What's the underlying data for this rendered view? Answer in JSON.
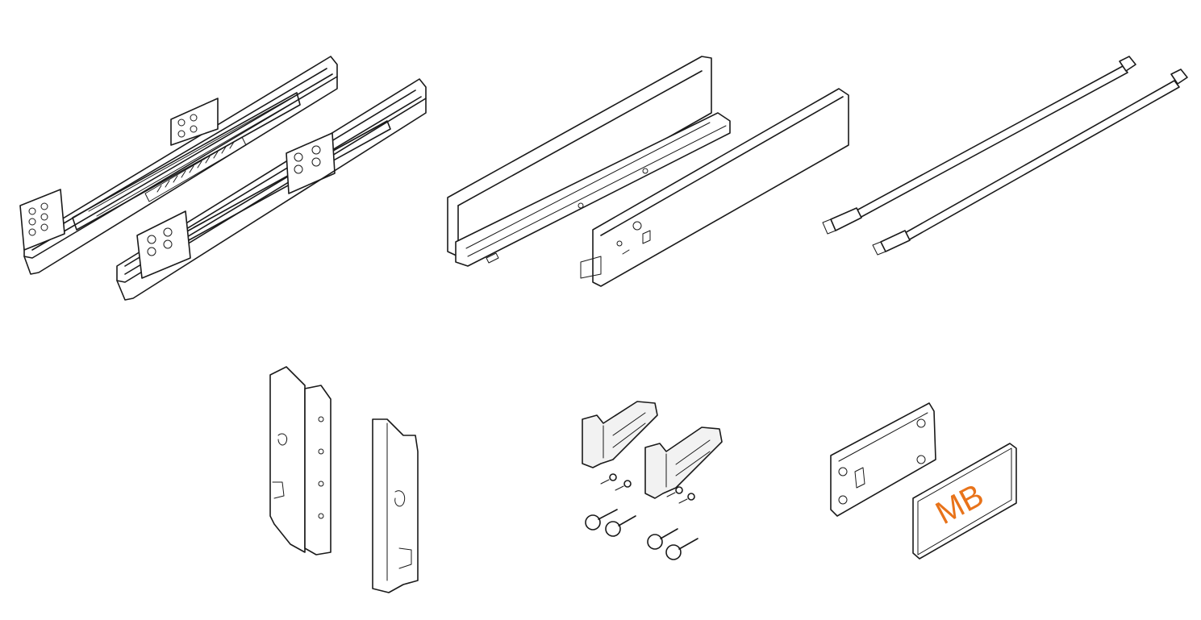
{
  "label_plate": {
    "text": "MB",
    "color": "#e8731a"
  },
  "components": [
    "drawer-runners",
    "drawer-side-panels",
    "gallery-rails",
    "back-brackets",
    "front-fixing-brackets",
    "screws",
    "cover-cap"
  ]
}
